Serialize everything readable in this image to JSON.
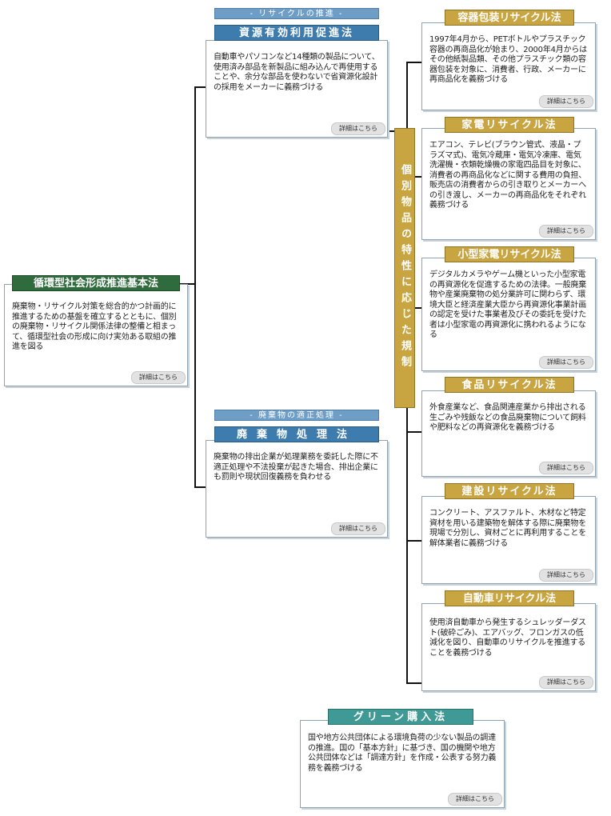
{
  "detail_label": "詳細はこちら",
  "basic_law": {
    "title": "循環型社会形成推進基本法",
    "text": "廃棄物・リサイクル対策を総合的かつ計画的に推進するための基盤を確立するとともに、個別の廃棄物・リサイクル関係法律の整備と相まって、循環型社会の形成に向け実効ある取組の推進を図る"
  },
  "recycle_section": {
    "label": "- リサイクルの推進 -",
    "title": "資源有効利用促進法",
    "text": "自動車やパソコンなど14種類の製品について、使用済み部品を新製品に組み込んで再使用することや、余分な部品を使わないで省資源化設計の採用をメーカーに義務づける"
  },
  "waste_section": {
    "label": "- 廃棄物の適正処理 -",
    "title": "廃棄物処理法",
    "text": "廃棄物の排出企業が処理業務を委託した際に不適正処理や不法投棄が起きた場合、排出企業にも罰則や現状回復義務を負わせる"
  },
  "individual_label": "個別物品の特性に応じた規制",
  "laws": [
    {
      "title": "容器包装リサイクル法",
      "text": "1997年4月から、PETボトルやプラスチック容器の再商品化が始まり、2000年4月からはその他紙製品類、その他プラスチック類の容器包装を対象に、消費者、行政、メーカーに再商品化を義務づける"
    },
    {
      "title": "家電リサイクル法",
      "text": "エアコン、テレビ(ブラウン管式、液晶・プラズマ式)、電気冷蔵庫・電気冷凍庫、電気洗濯機・衣類乾燥機の家電四品目を対象に、消費者の再商品化などに関する費用の負担、販売店の消費者からの引き取りとメーカーへの引き渡し、メーカーの再商品化をそれぞれ義務づける"
    },
    {
      "title": "小型家電リサイクル法",
      "text": "デジタルカメラやゲーム機といった小型家電の再資源化を促進するための法律。一般廃棄物や産業廃棄物の処分業許可に関わらず、環境大臣と経済産業大臣から再資源化事業計画の認定を受けた事業者及びその委託を受けた者は小型家電の再資源化に携われるようになる"
    },
    {
      "title": "食品リサイクル法",
      "text": "外食産業など、食品関連産業から排出される生ごみや残飯などの食品廃棄物について飼料や肥料などの再資源化を義務づける"
    },
    {
      "title": "建設リサイクル法",
      "text": "コンクリート、アスファルト、木材など特定資材を用いる建築物を解体する際に廃棄物を現場で分別し、資材ごとに再利用することを解体業者に義務づける"
    },
    {
      "title": "自動車リサイクル法",
      "text": "使用済自動車から発生するシュレッダーダスト(破砕ごみ)、エアバッグ、フロンガスの低減化を図り、自動車のリサイクルを推進することを義務づける"
    }
  ],
  "green": {
    "title": "グリーン購入法",
    "text": "国や地方公共団体による環境負荷の少ない製品の調達の推進。国の「基本方針」に基づき、国の機関や地方公共団体などは「調達方針」を作成・公表する努力義務を義務づける"
  }
}
